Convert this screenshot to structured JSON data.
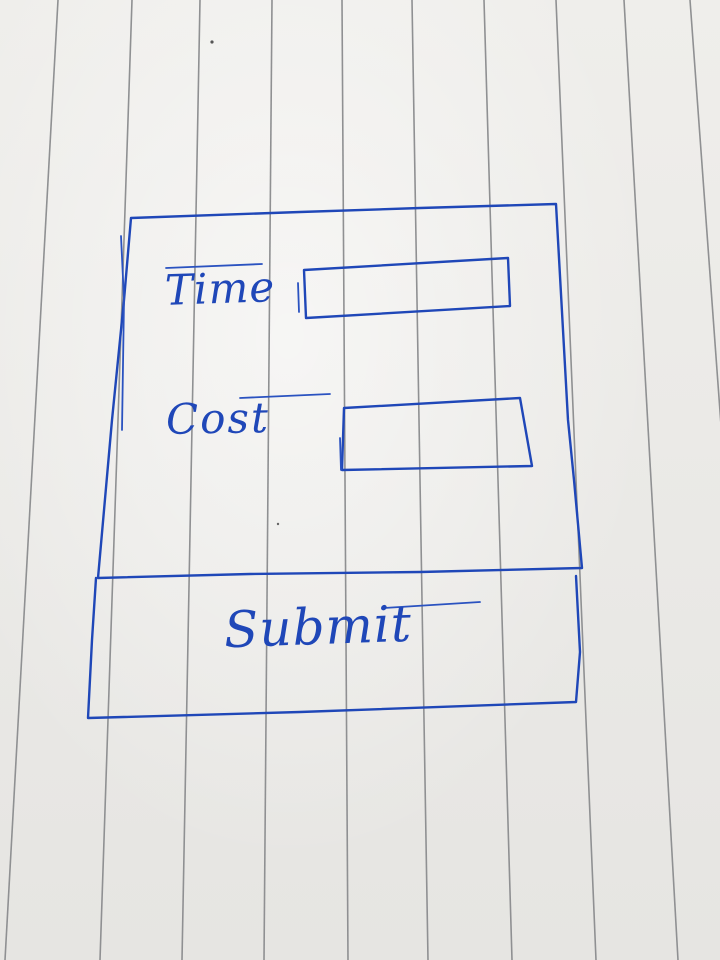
{
  "form": {
    "time_label": "Time",
    "time_value": "",
    "cost_label": "Cost",
    "cost_value": "",
    "submit_label": "Submit"
  },
  "colors": {
    "ink": "#1f47b8",
    "paper": "#ecebe8",
    "rule_line": "#8f9092"
  }
}
